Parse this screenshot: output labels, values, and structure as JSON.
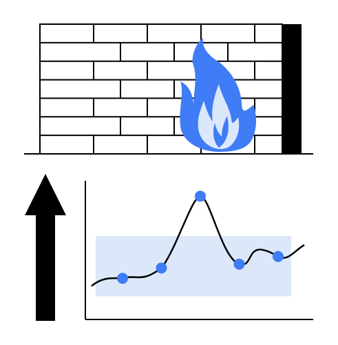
{
  "illustration": {
    "icons": {
      "firewall": "brick-wall-icon",
      "flame": "flame-icon",
      "arrow": "up-arrow-icon",
      "chart": "line-chart-icon"
    },
    "colors": {
      "ink": "#000000",
      "flame": "#3f7cf5",
      "flame_inner": "#dbe7fb",
      "band": "#dce8fa",
      "point": "#3f7cf5",
      "background": "#ffffff"
    }
  },
  "chart_data": {
    "type": "line",
    "title": "",
    "xlabel": "",
    "ylabel": "",
    "x": [
      1,
      2,
      3,
      4,
      5
    ],
    "series": [
      {
        "values": [
          0.24,
          0.32,
          0.88,
          0.35,
          0.41
        ]
      }
    ],
    "ylim": [
      0,
      1
    ],
    "band": [
      0.1,
      0.57
    ],
    "grid": false
  }
}
